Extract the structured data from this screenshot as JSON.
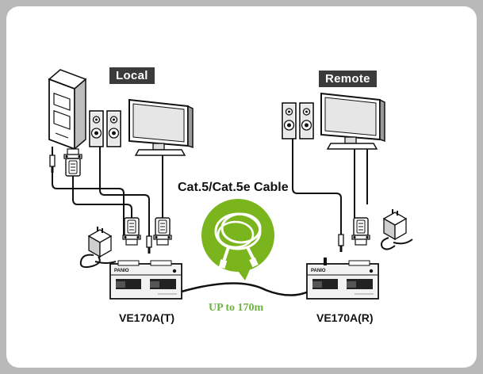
{
  "labels": {
    "local": "Local",
    "remote": "Remote",
    "cable": "Cat.5/Cat.5e Cable",
    "distance": "UP to 170m",
    "transmitter": "VE170A(T)",
    "receiver": "VE170A(R)",
    "device_brand": "PANIO"
  },
  "colors": {
    "background": "#b9b9b9",
    "frame": "#ffffff",
    "tag_bg": "#3b3b3b",
    "accent_green": "#7ab51d",
    "distance_text": "#6db33f"
  },
  "icons": {
    "computer": "pc-tower-icon",
    "speakers": "speaker-icon",
    "monitor": "monitor-icon",
    "vga_connector": "vga-connector-icon",
    "power_adapter": "power-adapter-icon",
    "cable_coil": "cable-coil-icon",
    "extender": "kvm-extender-icon"
  }
}
